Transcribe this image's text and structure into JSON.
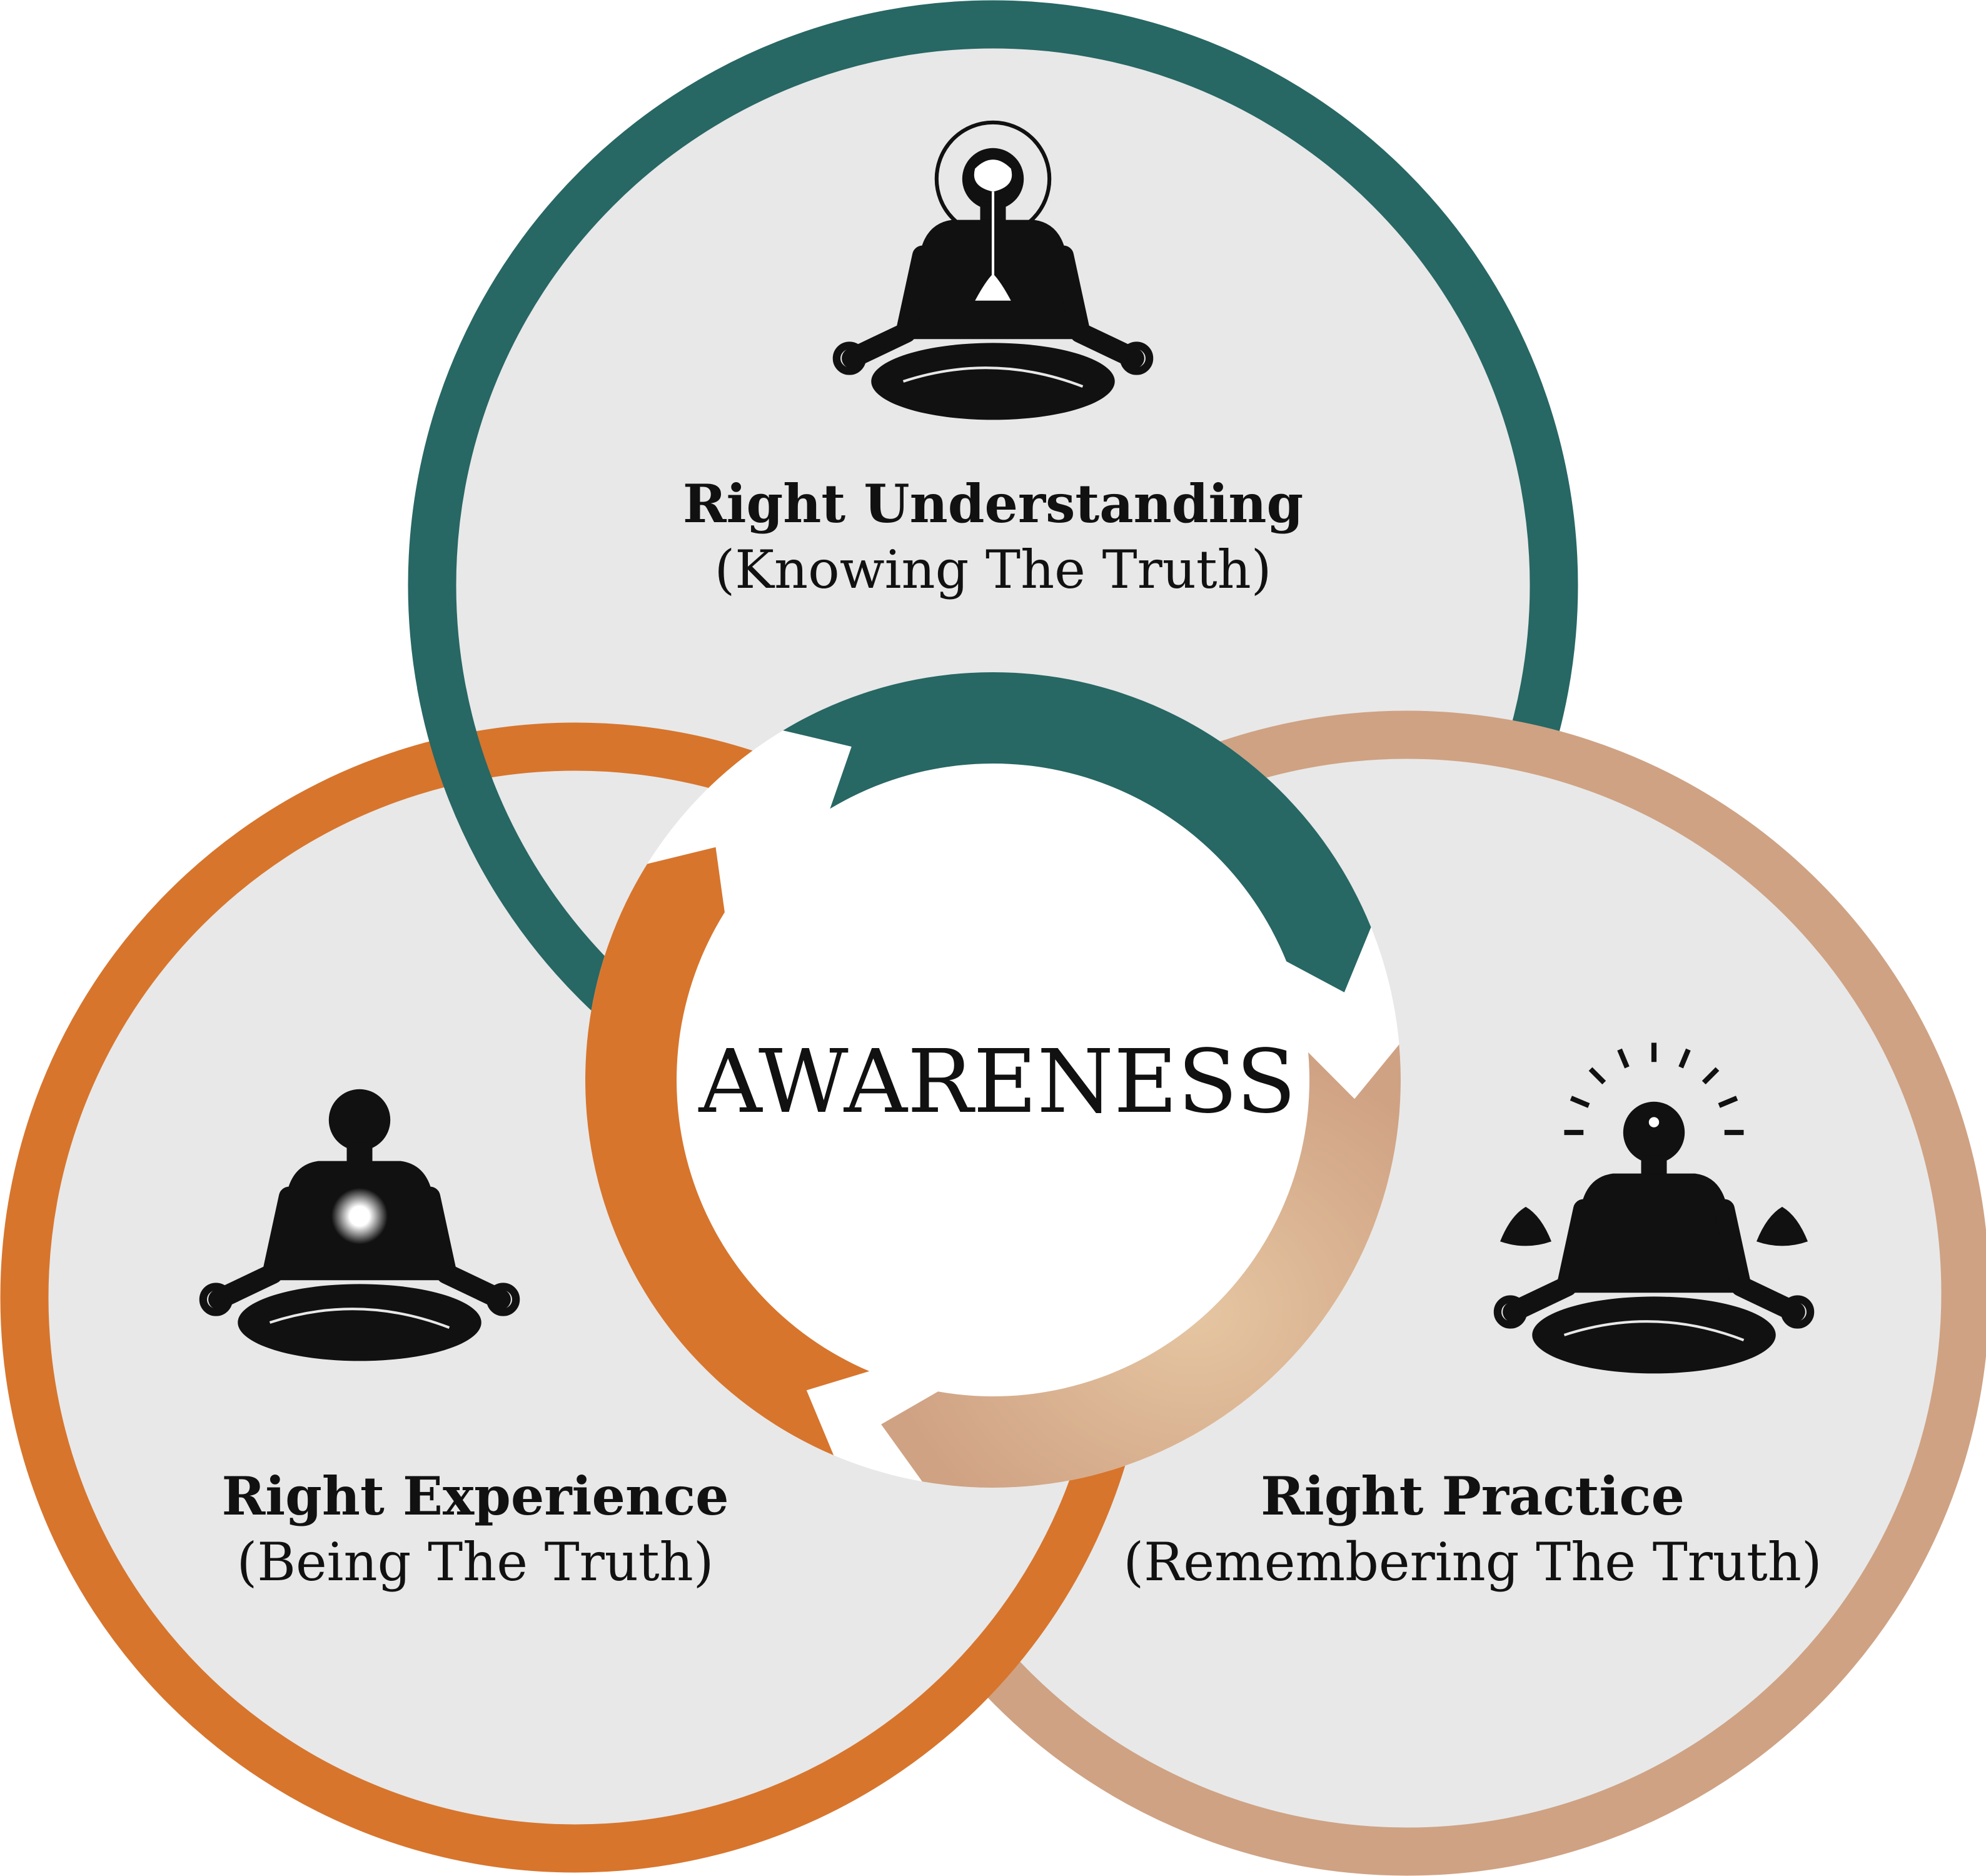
{
  "colors": {
    "teal": "#276764",
    "orange": "#D7752D",
    "tan": "#CFA283",
    "fill": "#E8E8E8",
    "figure": "#111111"
  },
  "center": {
    "label": "AWARENESS"
  },
  "circles": [
    {
      "id": "understanding",
      "title": "Right Understanding",
      "subtitle": "(Knowing The Truth)",
      "icon": "meditator-brain-icon"
    },
    {
      "id": "experience",
      "title": "Right Experience",
      "subtitle": "(Being The Truth)",
      "icon": "meditator-heart-light-icon"
    },
    {
      "id": "practice",
      "title": "Right Practice",
      "subtitle": "(Remembering The Truth)",
      "icon": "meditator-third-eye-icon"
    }
  ]
}
